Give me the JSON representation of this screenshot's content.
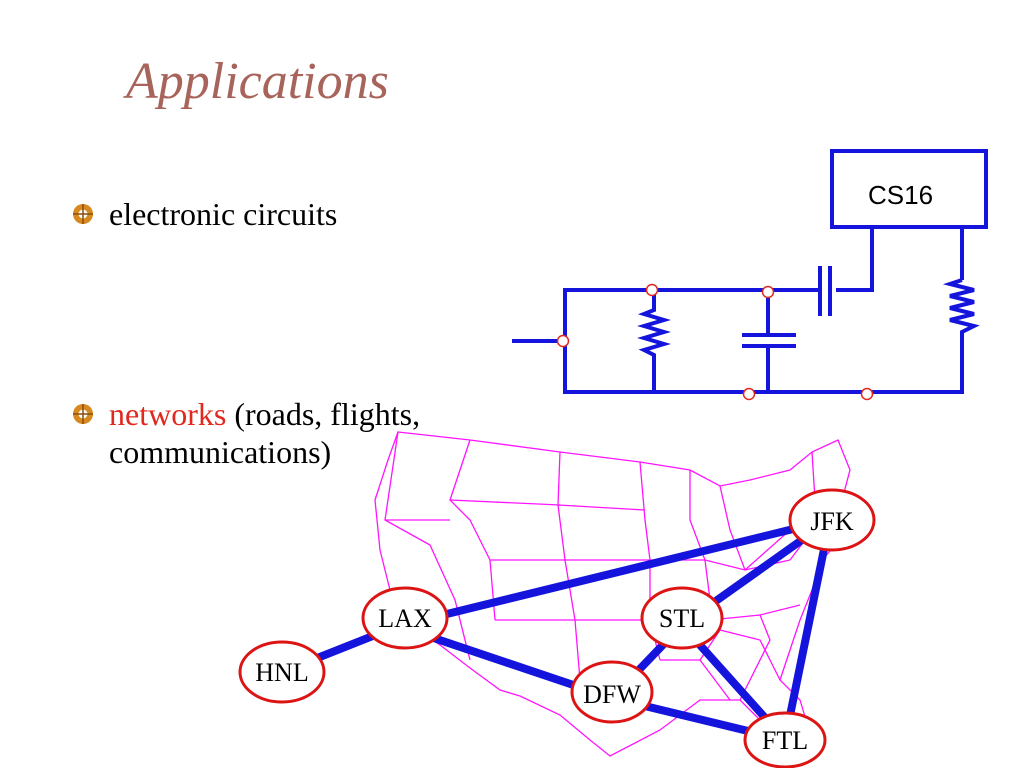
{
  "slide": {
    "title": "Applications"
  },
  "bullets": {
    "circuits": "electronic circuits",
    "networks_highlight": "networks",
    "networks_rest_line1": " (roads, flights,",
    "networks_rest_line2": "communications)"
  },
  "circuit": {
    "chip_label": "CS16"
  },
  "airports": {
    "hnl": "HNL",
    "lax": "LAX",
    "dfw": "DFW",
    "stl": "STL",
    "jfk": "JFK",
    "ftl": "FTL"
  },
  "colors": {
    "title": "#a8635b",
    "highlight": "#e0281e",
    "wire": "#1414dc",
    "map_border": "#ff14ff",
    "node_border": "#dc1414"
  }
}
